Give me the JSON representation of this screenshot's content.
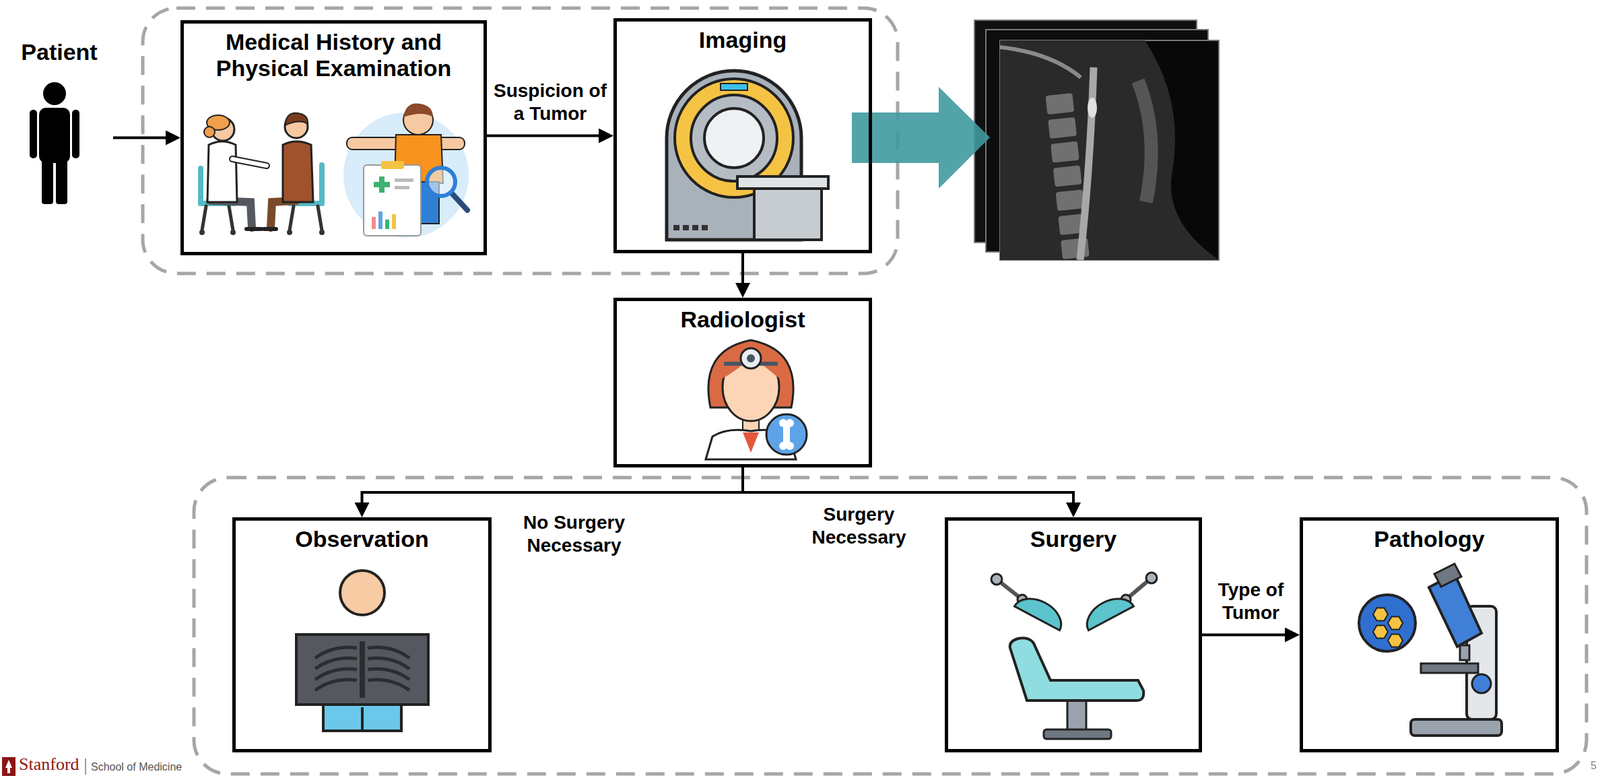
{
  "diagram": {
    "nodes": [
      {
        "text": [
          "Patient"
        ]
      },
      {
        "text": [
          "Medical History and Physical Examination"
        ]
      },
      {
        "text": [
          "Imaging"
        ]
      },
      {
        "text": [
          "Radiologist"
        ]
      },
      {
        "text": [
          "Observation"
        ]
      },
      {
        "text": [
          "Surgery"
        ]
      },
      {
        "text": [
          "Pathology"
        ]
      }
    ],
    "edges": [
      {
        "from": 0,
        "to": 1,
        "arrow": "to"
      },
      {
        "from": 1,
        "to": 2,
        "label": "Suspicion of a Tumor",
        "arrow": "to"
      },
      {
        "from": 2,
        "to": 3,
        "arrow": "to"
      },
      {
        "from": 3,
        "to": 4,
        "label": "No Surgery Necessary",
        "arrow": "to"
      },
      {
        "from": 3,
        "to": 5,
        "label": "Surgery Necessary",
        "arrow": "to"
      },
      {
        "from": 5,
        "to": 6,
        "label": "Type of Tumor",
        "arrow": "to"
      }
    ],
    "labels": [
      "Stanford",
      "School of Medicine",
      "5"
    ]
  }
}
